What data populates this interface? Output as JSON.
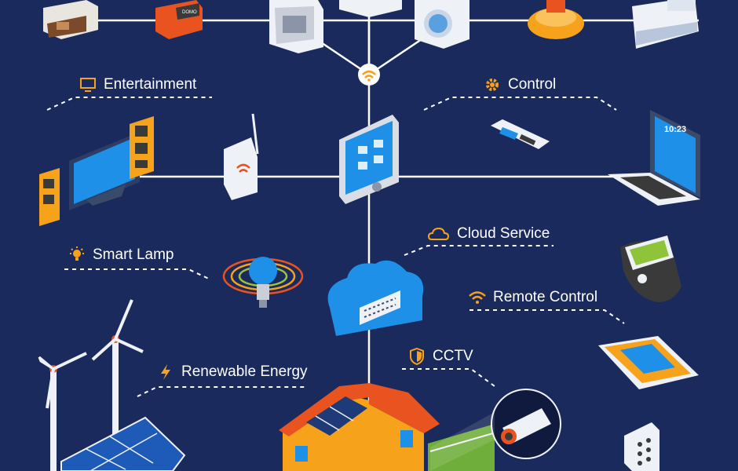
{
  "colors": {
    "background": "#1b2a5c",
    "line": "#ffffff",
    "accent_orange": "#f7a21b",
    "accent_blue": "#2f8ee0",
    "device_white": "#eef1f6"
  },
  "labels": {
    "entertainment": "Entertainment",
    "control": "Control",
    "cloud_service": "Cloud Service",
    "smart_lamp": "Smart Lamp",
    "remote_control": "Remote Control",
    "cctv": "CCTV",
    "renewable_energy": "Renewable Energy"
  },
  "icons": {
    "entertainment": "monitor-icon",
    "control": "gear-icon",
    "cloud_service": "cloud-icon",
    "smart_lamp": "lightbulb-icon",
    "remote_control": "wifi-icon",
    "cctv": "shield-icon",
    "renewable_energy": "lightning-icon"
  },
  "devices": {
    "toaster_text": "DOMO",
    "laptop_clock": "10:23"
  }
}
